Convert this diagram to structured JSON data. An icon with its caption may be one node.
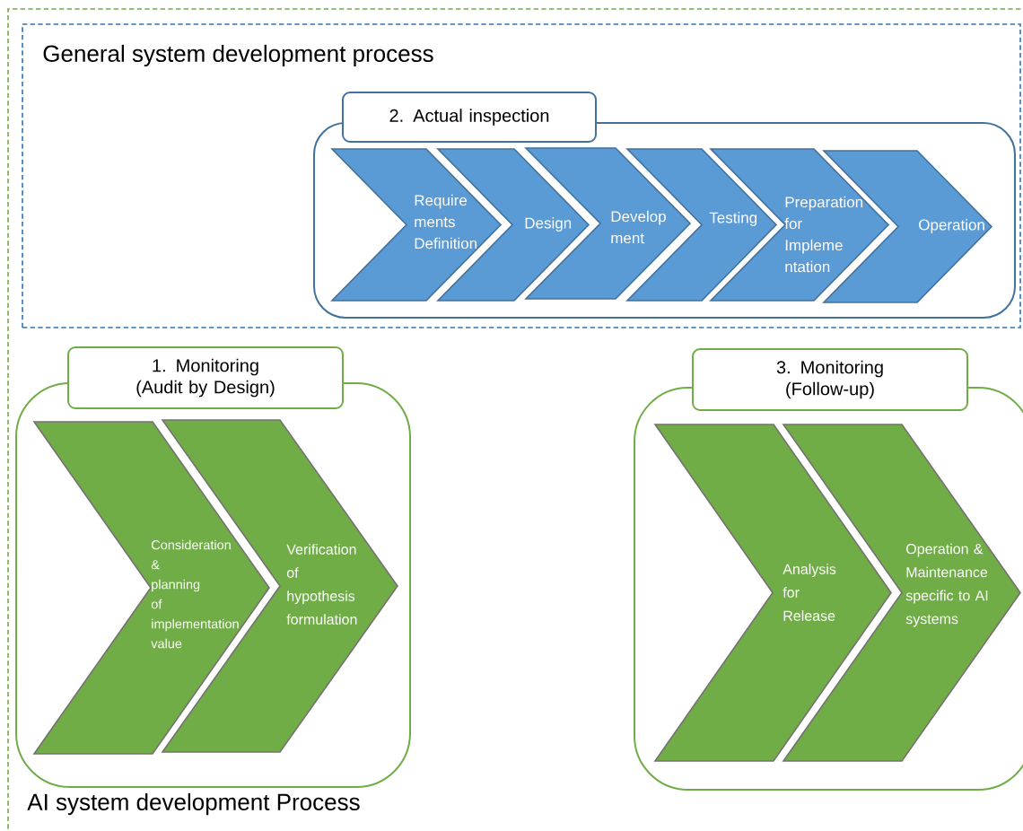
{
  "diagram": {
    "nodes": [
      {
        "text": [
          "AI system development Process"
        ]
      },
      {
        "text": [
          "General system development process"
        ],
        "in": 0
      },
      {
        "text": [
          "2. Actual inspection"
        ],
        "in": 1
      },
      {
        "text": [
          "Require ments Definition"
        ],
        "in": 2
      },
      {
        "text": [
          "Design"
        ],
        "in": 2
      },
      {
        "text": [
          "Develop ment"
        ],
        "in": 2
      },
      {
        "text": [
          "Testing"
        ],
        "in": 2
      },
      {
        "text": [
          "Preparation for Impleme ntation"
        ],
        "in": 2
      },
      {
        "text": [
          "Operation"
        ],
        "in": 2
      },
      {
        "text": [
          "1. Monitoring (Audit by Design)"
        ],
        "in": 0
      },
      {
        "text": [
          "Consideration & planning of implementation value"
        ],
        "in": 9
      },
      {
        "text": [
          "Verification of hypothesis formulation"
        ],
        "in": 9
      },
      {
        "text": [
          "3. Monitoring (Follow-up)"
        ],
        "in": 0
      },
      {
        "text": [
          "Analysis for Release"
        ],
        "in": 12
      },
      {
        "text": [
          "Operation & Maintenance specific to AI systems"
        ],
        "in": 12
      }
    ],
    "edges": []
  }
}
